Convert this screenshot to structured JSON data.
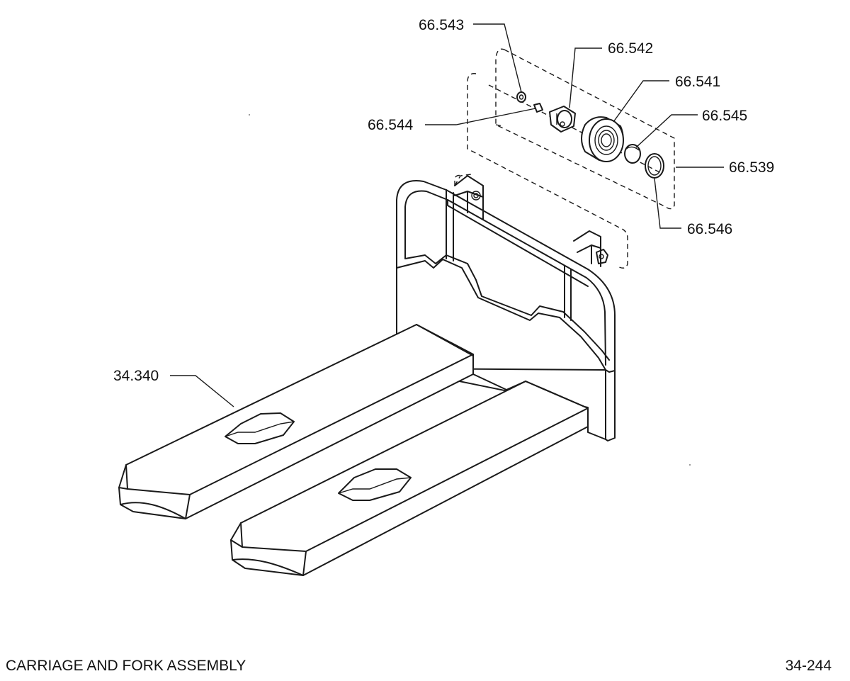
{
  "diagram": {
    "parts": [
      {
        "id": "p66543",
        "number": "66.543",
        "depicts": "spacer"
      },
      {
        "id": "p66542",
        "number": "66.542",
        "depicts": "axle"
      },
      {
        "id": "p66541",
        "number": "66.541",
        "depicts": "roller"
      },
      {
        "id": "p66544",
        "number": "66.544",
        "depicts": "pin"
      },
      {
        "id": "p66545",
        "number": "66.545",
        "depicts": "washer"
      },
      {
        "id": "p66539",
        "number": "66.539",
        "depicts": "roller-assembly"
      },
      {
        "id": "p66546",
        "number": "66.546",
        "depicts": "retaining-ring"
      },
      {
        "id": "p34340",
        "number": "34.340",
        "depicts": "carriage-and-forks"
      }
    ]
  },
  "footer": {
    "title": "CARRIAGE AND FORK ASSEMBLY",
    "figure_number": "34-244"
  }
}
